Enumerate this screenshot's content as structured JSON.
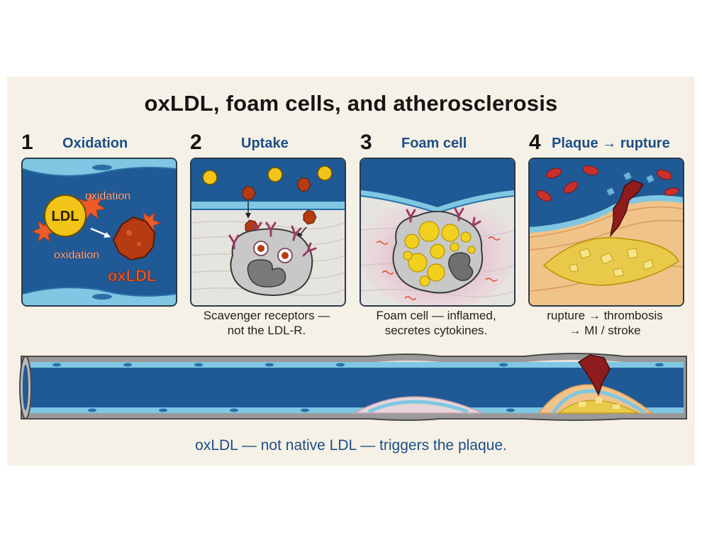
{
  "title": "oxLDL, foam cells, and atherosclerosis",
  "panels": [
    {
      "number": "1",
      "heading": "Oxidation",
      "labels": {
        "ldl": "LDL",
        "oxidation_top": "oxidation",
        "oxidation_bottom": "oxidation",
        "oxldl": "oxLDL"
      }
    },
    {
      "number": "2",
      "heading": "Uptake",
      "caption_lines": [
        "Scavenger receptors —",
        "not the LDL-R."
      ]
    },
    {
      "number": "3",
      "heading": "Foam cell",
      "caption_lines": [
        "Foam cell — inflamed,",
        "secretes cytokines."
      ]
    },
    {
      "number": "4",
      "heading": "Plaque → rupture",
      "caption_lines": [
        "rupture → thrombosis",
        "→ MI / stroke"
      ]
    }
  ],
  "takeaway": "oxLDL — not native LDL — triggers the plaque.",
  "colors": {
    "lumen": "#1f5a96",
    "endothelium": "#7fc7e2",
    "ldl": "#f2c418",
    "oxldl": "#b63a12",
    "receptor": "#9b3b63",
    "lipid_core": "#e8c94a",
    "plaque_fibrous": "#f0c389",
    "thrombus": "#8e1c1c",
    "rbc": "#c9302c",
    "heading": "#1d4f86"
  }
}
